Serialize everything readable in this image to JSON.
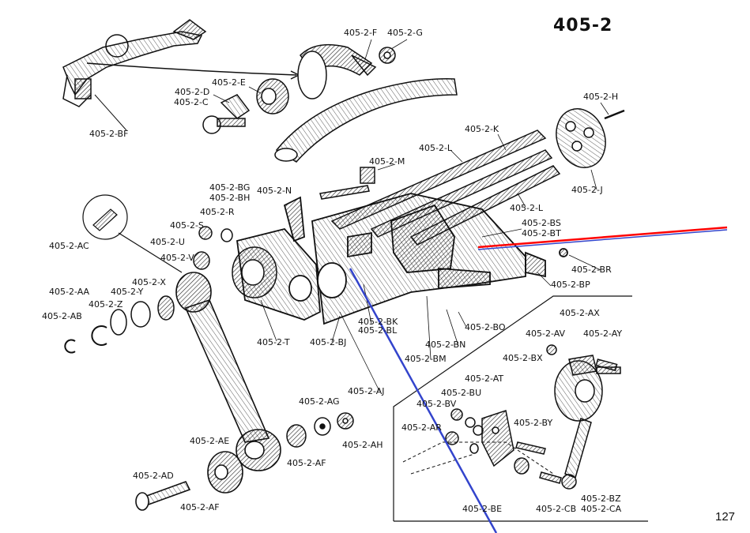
{
  "title": "405-2",
  "page_number": "127",
  "labels": [
    {
      "id": "f",
      "text": "405-2-F"
    },
    {
      "id": "g",
      "text": "405-2-G"
    },
    {
      "id": "h",
      "text": "405-2-H"
    },
    {
      "id": "e",
      "text": "405-2-E"
    },
    {
      "id": "d",
      "text": "405-2-D"
    },
    {
      "id": "c",
      "text": "405-2-C"
    },
    {
      "id": "bf",
      "text": "405-2-BF"
    },
    {
      "id": "k",
      "text": "405-2-K"
    },
    {
      "id": "l1",
      "text": "405-2-L"
    },
    {
      "id": "m",
      "text": "405-2-M"
    },
    {
      "id": "j",
      "text": "405-2-J"
    },
    {
      "id": "bg",
      "text": "405-2-BG"
    },
    {
      "id": "bh",
      "text": "405-2-BH"
    },
    {
      "id": "n",
      "text": "405-2-N"
    },
    {
      "id": "l2",
      "text": "405-2-L"
    },
    {
      "id": "r",
      "text": "405-2-R"
    },
    {
      "id": "s",
      "text": "405-2-S"
    },
    {
      "id": "ac",
      "text": "405-2-AC"
    },
    {
      "id": "u",
      "text": "405-2-U"
    },
    {
      "id": "bs",
      "text": "405-2-BS"
    },
    {
      "id": "bt",
      "text": "405-2-BT"
    },
    {
      "id": "v",
      "text": "405-2-V"
    },
    {
      "id": "br",
      "text": "405-2-BR"
    },
    {
      "id": "bp",
      "text": "405-2-BP"
    },
    {
      "id": "x",
      "text": "405-2-X"
    },
    {
      "id": "aa",
      "text": "405-2-AA"
    },
    {
      "id": "y",
      "text": "405-2-Y"
    },
    {
      "id": "z",
      "text": "405-2-Z"
    },
    {
      "id": "ab",
      "text": "405-2-AB"
    },
    {
      "id": "bk",
      "text": "405-2-BK"
    },
    {
      "id": "bl",
      "text": "405-2-BL"
    },
    {
      "id": "bo",
      "text": "405-2-BO"
    },
    {
      "id": "ax",
      "text": "405-2-AX"
    },
    {
      "id": "t",
      "text": "405-2-T"
    },
    {
      "id": "bj",
      "text": "405-2-BJ"
    },
    {
      "id": "bn",
      "text": "405-2-BN"
    },
    {
      "id": "av",
      "text": "405-2-AV"
    },
    {
      "id": "ay",
      "text": "405-2-AY"
    },
    {
      "id": "bm",
      "text": "405-2-BM"
    },
    {
      "id": "bx",
      "text": "405-2-BX"
    },
    {
      "id": "at",
      "text": "405-2-AT"
    },
    {
      "id": "aj",
      "text": "405-2-AJ"
    },
    {
      "id": "bu",
      "text": "405-2-BU"
    },
    {
      "id": "bv",
      "text": "405-2-BV"
    },
    {
      "id": "ag",
      "text": "405-2-AG"
    },
    {
      "id": "ar",
      "text": "405-2-AR"
    },
    {
      "id": "by",
      "text": "405-2-BY"
    },
    {
      "id": "ae",
      "text": "405-2-AE"
    },
    {
      "id": "ah",
      "text": "405-2-AH"
    },
    {
      "id": "af1",
      "text": "405-2-AF"
    },
    {
      "id": "ad",
      "text": "405-2-AD"
    },
    {
      "id": "af2",
      "text": "405-2-AF"
    },
    {
      "id": "bz",
      "text": "405-2-BZ"
    },
    {
      "id": "be",
      "text": "405-2-BE"
    },
    {
      "id": "cb",
      "text": "405-2-CB"
    },
    {
      "id": "ca",
      "text": "405-2-CA"
    }
  ]
}
